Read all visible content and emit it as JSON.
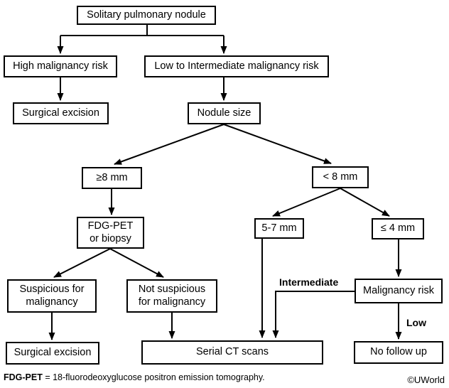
{
  "diagram": {
    "nodes": {
      "solitary": "Solitary pulmonary nodule",
      "high_risk": "High malignancy risk",
      "low_intermediate": "Low to Intermediate malignancy risk",
      "surgical_excision_1": "Surgical excision",
      "nodule_size": "Nodule size",
      "ge_8mm": "≥8 mm",
      "lt_8mm": "< 8 mm",
      "fdg_pet_or_biopsy": "FDG-PET\nor biopsy",
      "mm_5_7": "5-7 mm",
      "le_4mm": "≤ 4 mm",
      "suspicious": "Suspicious for\nmalignancy",
      "not_suspicious": "Not suspicious\nfor malignancy",
      "malignancy_risk": "Malignancy risk",
      "surgical_excision_2": "Surgical excision",
      "serial_ct": "Serial CT scans",
      "no_follow_up": "No follow up"
    },
    "edge_labels": {
      "intermediate": "Intermediate",
      "low": "Low"
    },
    "footnote": {
      "abbr": "FDG-PET",
      "rest": " = 18-fluorodeoxyglucose positron emission tomography."
    },
    "copyright": "©UWorld",
    "colors": {
      "ink": "#000000",
      "background": "#ffffff"
    }
  }
}
